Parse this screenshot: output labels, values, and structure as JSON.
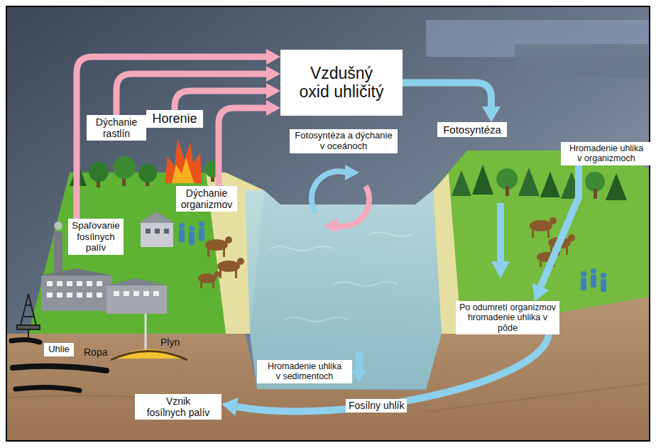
{
  "diagram": {
    "nodes": [
      {
        "text": [
          "Vzdušný oxid uhličitý"
        ]
      },
      {
        "text": [
          "Dýchanie rastlín"
        ]
      },
      {
        "text": [
          "Horenie"
        ]
      },
      {
        "text": [
          "Fotosyntéza a dýchanie v oceánoch"
        ]
      },
      {
        "text": [
          "Fotosyntéza"
        ]
      },
      {
        "text": [
          "Hromadenie uhlika v organizmoch"
        ]
      },
      {
        "text": [
          "Dýchanie organizmov"
        ]
      },
      {
        "text": [
          "Spaľovanie fosílnych palív"
        ]
      },
      {
        "text": [
          "Po odumretí organizmov hromadenie uhlika v pôde"
        ]
      },
      {
        "text": [
          "Uhlie"
        ]
      },
      {
        "text": [
          "Hromadenie uhlika v sedimentoch"
        ]
      },
      {
        "text": [
          "Vznik fosílnych palív"
        ]
      }
    ],
    "edges": [
      {
        "from": 7,
        "to": 0,
        "arrow": "to"
      },
      {
        "from": 1,
        "to": 0,
        "arrow": "to"
      },
      {
        "from": 2,
        "to": 0,
        "arrow": "to"
      },
      {
        "from": 6,
        "to": 0,
        "arrow": "to"
      },
      {
        "from": 0,
        "to": 4,
        "arrow": "to"
      },
      {
        "from": 5,
        "to": 8,
        "arrow": "to"
      },
      {
        "from": 8,
        "to": 11,
        "label": "Fosílny uhlík",
        "arrow": "to"
      }
    ],
    "labels": [
      "Ropa",
      "Plyn"
    ]
  }
}
